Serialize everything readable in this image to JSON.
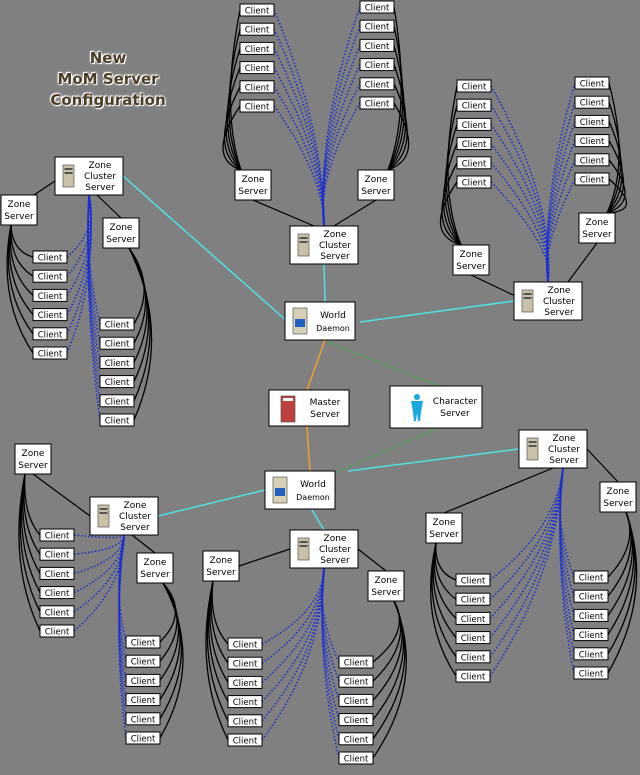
{
  "title": {
    "line1": "New",
    "line2": "MoM Server",
    "line3": "Configuration"
  },
  "labels": {
    "client": "Client",
    "zone_server": [
      "Zone",
      "Server"
    ],
    "zone_cluster": [
      "Zone",
      "Cluster",
      "Server"
    ],
    "world_daemon": [
      "World",
      "Daemon"
    ],
    "master_server": [
      "Master",
      "Server"
    ],
    "character_server": [
      "Character",
      "Server"
    ]
  },
  "colors": {
    "background": "#808080",
    "cyan_link": "#4fe0e8",
    "orange_link": "#f0a030",
    "green_link": "#2fbf3a",
    "black_link": "#000000",
    "blue_dotted": "#1a2fd0",
    "box_fill": "#ffffff"
  },
  "icons": {
    "zone_cluster": "server-tower-icon",
    "world_daemon": "world-daemon-icon",
    "master_server": "master-server-icon",
    "character_server": "person-icon"
  }
}
